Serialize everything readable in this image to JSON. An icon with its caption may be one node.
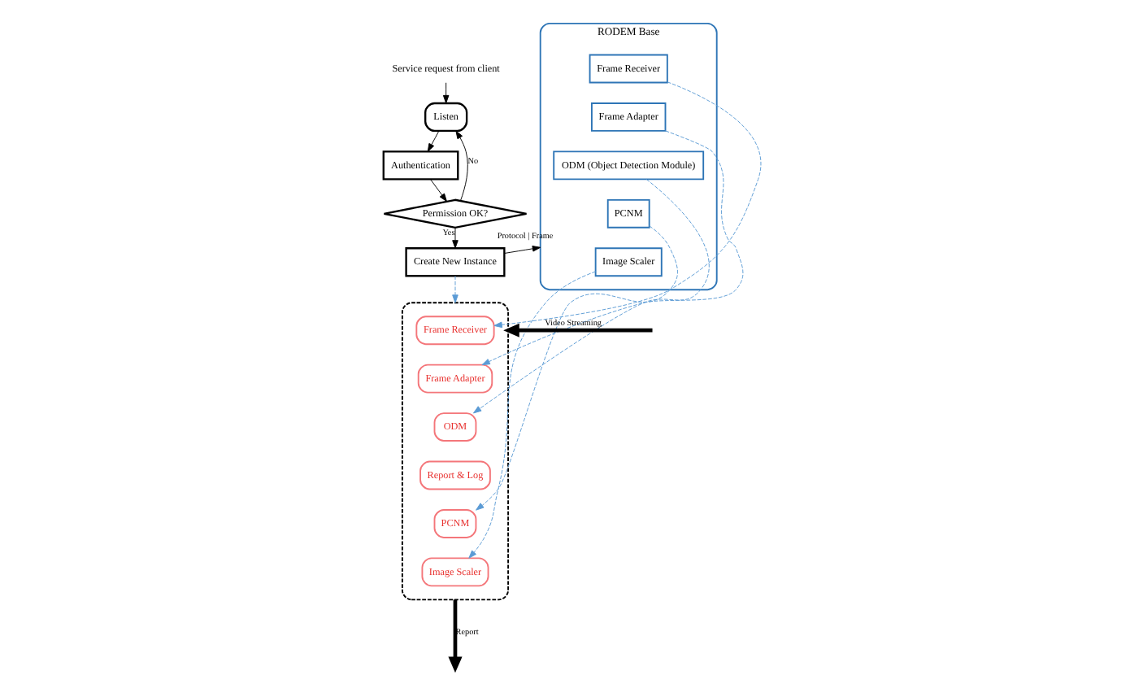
{
  "diagram": {
    "nodes": [
      {
        "text": [
          "Service request from client"
        ]
      },
      {
        "text": [
          "Listen"
        ]
      },
      {
        "text": [
          "Authentication"
        ]
      },
      {
        "text": [
          "Permission OK?"
        ]
      },
      {
        "text": [
          "Create New Instance"
        ]
      },
      {
        "text": [
          "RODEM Base"
        ]
      },
      {
        "text": [
          "Frame Receiver"
        ],
        "in": 5
      },
      {
        "text": [
          "Frame Adapter"
        ],
        "in": 5
      },
      {
        "text": [
          "ODM (Object Detection Module)"
        ],
        "in": 5
      },
      {
        "text": [
          "PCNM"
        ],
        "in": 5
      },
      {
        "text": [
          "Image Scaler"
        ],
        "in": 5
      },
      {
        "text": [],
        "shape": "box"
      },
      {
        "text": [
          "Frame Receiver"
        ],
        "in": 11
      },
      {
        "text": [
          "Frame Adapter"
        ],
        "in": 11
      },
      {
        "text": [
          "ODM"
        ],
        "in": 11
      },
      {
        "text": [
          "Report & Log"
        ],
        "in": 11
      },
      {
        "text": [
          "PCNM"
        ],
        "in": 11
      },
      {
        "text": [
          "Image Scaler"
        ],
        "in": 11
      }
    ],
    "edges": [
      {
        "from": 0,
        "to": 1,
        "arrow": "to"
      },
      {
        "from": 1,
        "to": 2,
        "arrow": "to"
      },
      {
        "from": 2,
        "to": 3,
        "arrow": "to"
      },
      {
        "from": 3,
        "to": 1,
        "arrow": "to",
        "label": "No"
      },
      {
        "from": 3,
        "to": 4,
        "arrow": "to",
        "label": "Yes"
      },
      {
        "from": 4,
        "to": 5,
        "arrow": "to",
        "label": "Protocol | Frame"
      },
      {
        "from": 4,
        "to": 11,
        "arrow": "to",
        "style": "dashed",
        "color": "#5b9bd5"
      },
      {
        "from": 6,
        "to": 12,
        "arrow": "to",
        "style": "dashed",
        "color": "#5b9bd5"
      },
      {
        "from": 7,
        "to": 13,
        "arrow": "to",
        "style": "dashed",
        "color": "#5b9bd5"
      },
      {
        "from": 8,
        "to": 14,
        "arrow": "to",
        "style": "dashed",
        "color": "#5b9bd5"
      },
      {
        "from": 9,
        "to": 16,
        "arrow": "to",
        "style": "dashed",
        "color": "#5b9bd5"
      },
      {
        "from": 10,
        "to": 17,
        "arrow": "to",
        "style": "dashed",
        "color": "#5b9bd5"
      },
      {
        "from": null,
        "to": 11,
        "arrow": "to",
        "label": "Video Streaming",
        "style": "thick"
      },
      {
        "from": 11,
        "to": null,
        "arrow": "to",
        "label": "Report",
        "style": "thick"
      }
    ]
  }
}
